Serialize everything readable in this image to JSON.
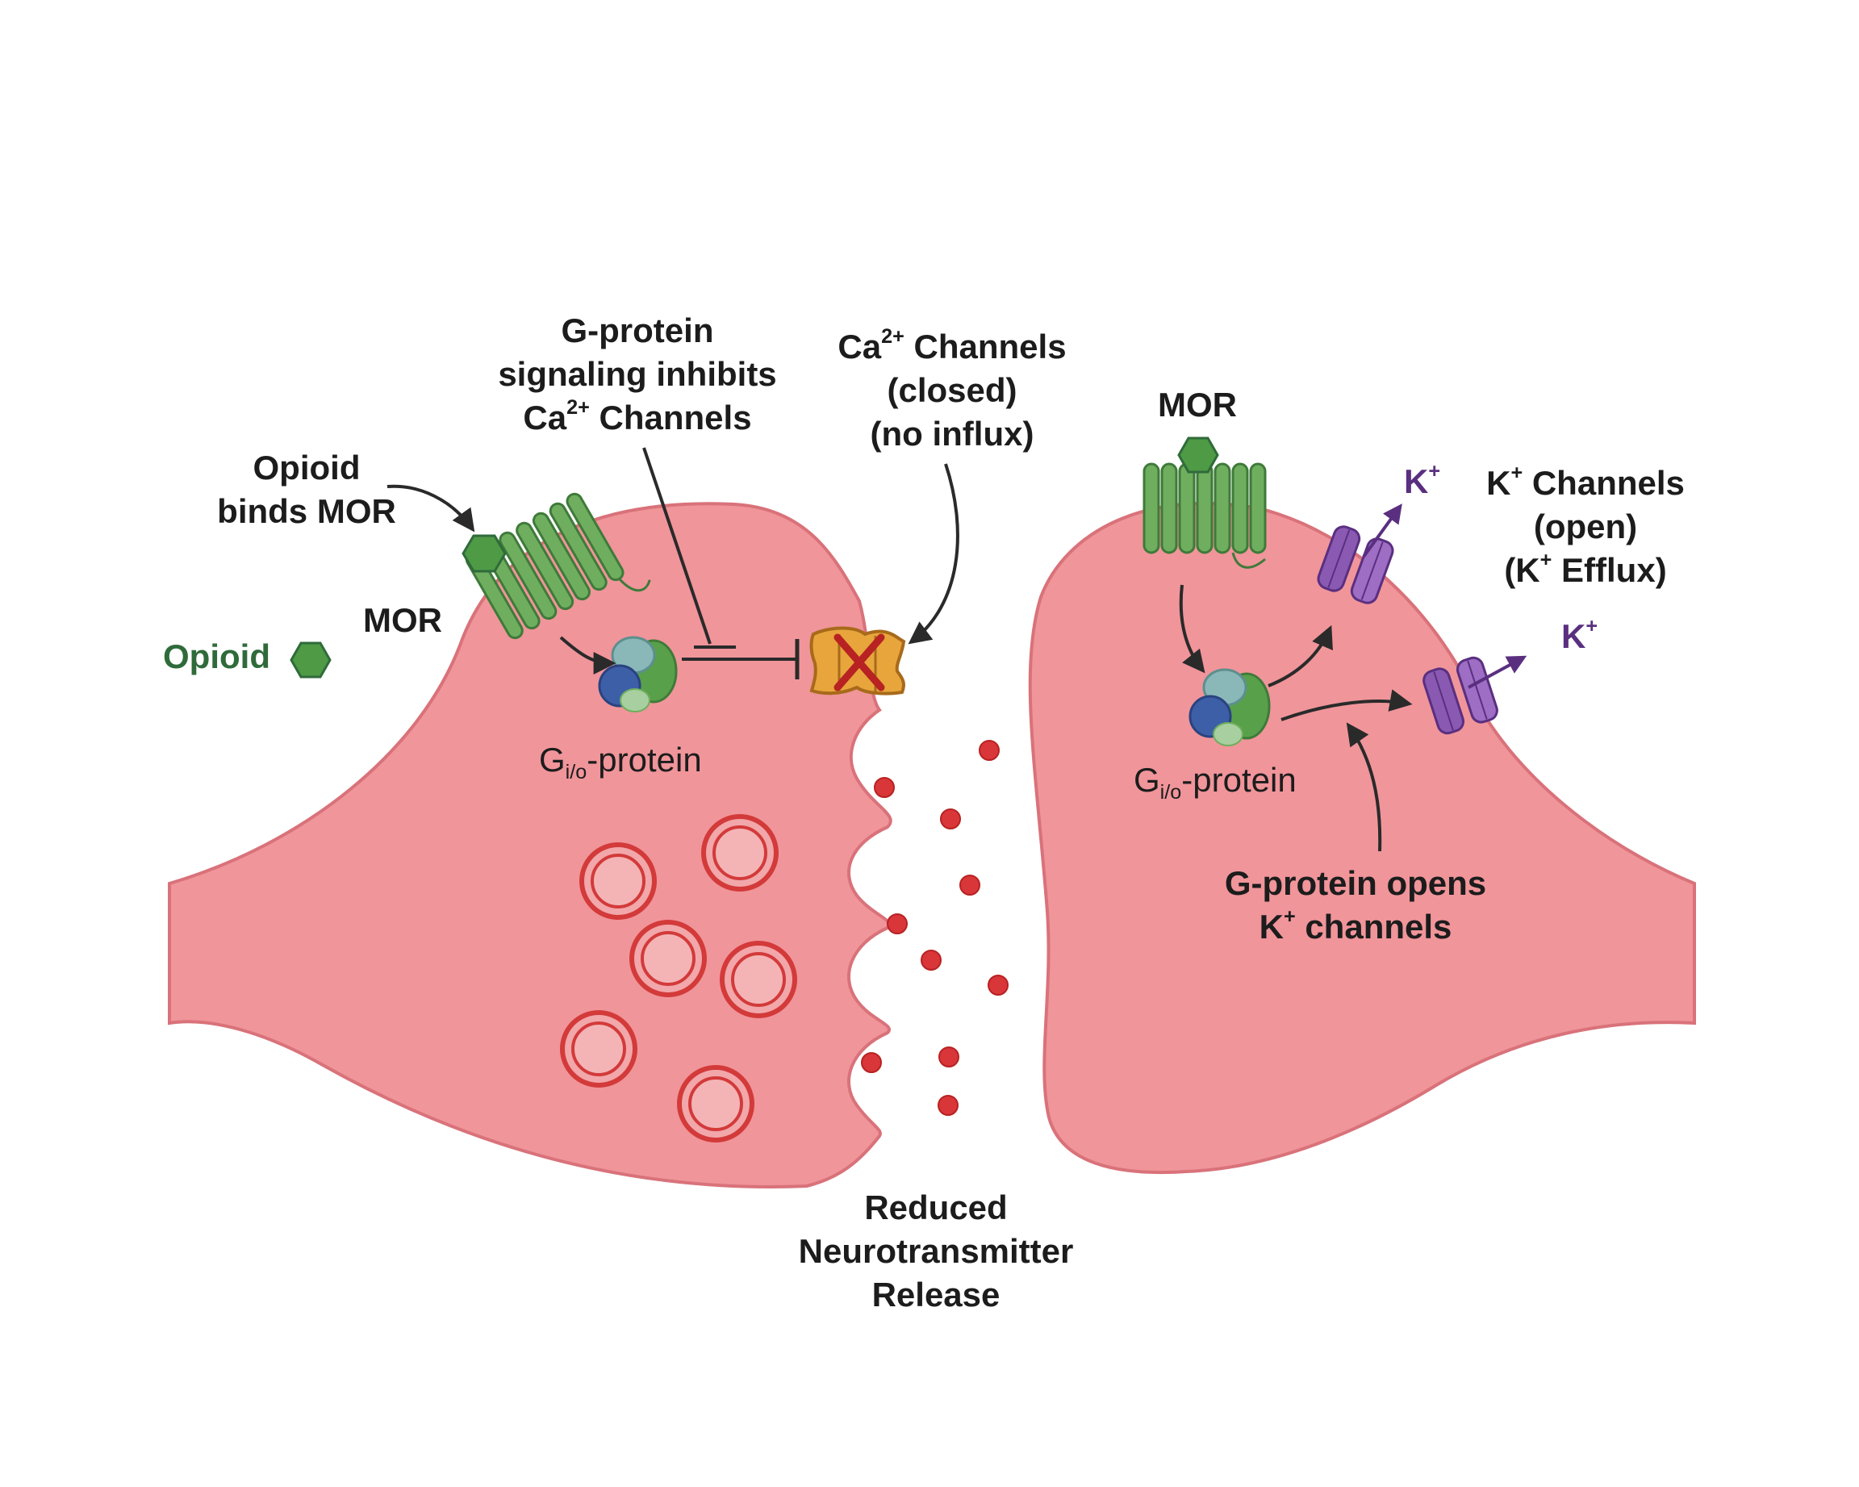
{
  "labels": {
    "opioid_binds_mor": [
      "Opioid",
      "binds MOR"
    ],
    "mor_left": "MOR",
    "opioid_legend": "Opioid",
    "g_protein_inhibits": [
      "G-protein",
      "signaling inhibits",
      "Channels"
    ],
    "ca_prefix": "Ca",
    "ca_charge": "2+",
    "ca_channels_closed": [
      "Channels",
      "(closed)",
      "(no influx)"
    ],
    "gio_left": {
      "g": "G",
      "sub": "i/o",
      "rest": "-protein"
    },
    "mor_right": "MOR",
    "k_ion_symbol": "K",
    "k_charge": "+",
    "k_channels_open": [
      "Channels",
      "(open)",
      "Efflux)"
    ],
    "k_efflux_prefix": "(K",
    "gio_right": {
      "g": "G",
      "sub": "i/o",
      "rest": "-protein"
    },
    "g_protein_opens": [
      "G-protein opens",
      "channels"
    ],
    "reduced_release": [
      "Reduced",
      "Neurotransmitter",
      "Release"
    ]
  },
  "colors": {
    "neuron_fill": "#f0959a",
    "neuron_stroke": "#d9727a",
    "receptor_green": "#6fae5e",
    "receptor_dark": "#3f7a3a",
    "opioid_green": "#4f9a45",
    "k_channel_purple": "#8a5ab3",
    "k_channel_dark": "#5a2f80",
    "ca_channel_fill": "#e7a53c",
    "ca_channel_stroke": "#a86a1a",
    "block_red": "#b82222",
    "vesicle_red": "#d33a3a",
    "arrow": "#2a2a2a",
    "g_blue": "#3d5fa8",
    "g_teal": "#8ab8b8",
    "g_green": "#58a04a"
  }
}
